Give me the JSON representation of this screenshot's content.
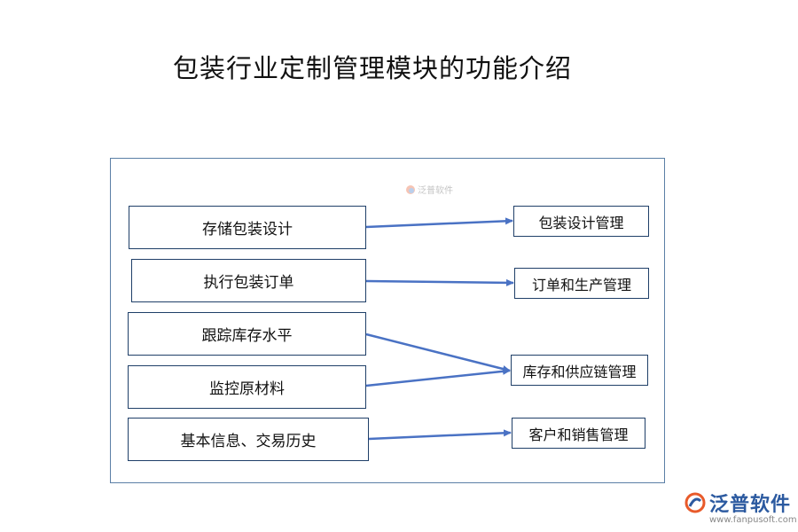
{
  "title": "包装行业定制管理模块的功能介绍",
  "watermark": {
    "text": "泛普软件"
  },
  "left_items": [
    {
      "label": "存储包装设计"
    },
    {
      "label": "执行包装订单"
    },
    {
      "label": "跟踪库存水平"
    },
    {
      "label": "监控原材料"
    },
    {
      "label": "基本信息、交易历史"
    }
  ],
  "right_items": [
    {
      "label": "包装设计管理"
    },
    {
      "label": "订单和生产管理"
    },
    {
      "label": "库存和供应链管理"
    },
    {
      "label": "客户和销售管理"
    }
  ],
  "connections": [
    {
      "from": "存储包装设计",
      "to": "包装设计管理"
    },
    {
      "from": "执行包装订单",
      "to": "订单和生产管理"
    },
    {
      "from": "跟踪库存水平",
      "to": "库存和供应链管理"
    },
    {
      "from": "监控原材料",
      "to": "库存和供应链管理"
    },
    {
      "from": "基本信息、交易历史",
      "to": "客户和销售管理"
    }
  ],
  "brand": {
    "name": "泛普软件",
    "url": "www.fanpusoft.com"
  },
  "colors": {
    "arrow": "#4a72c4",
    "box_border": "#1f3f68",
    "frame_border": "#5b7fa6",
    "brand": "#2c5aa0"
  }
}
